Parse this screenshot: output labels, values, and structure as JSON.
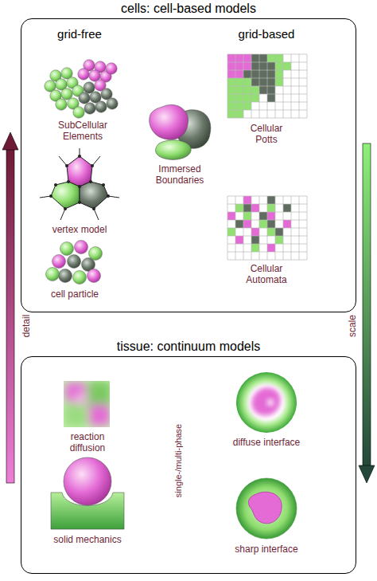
{
  "diagram": {
    "nodes": [
      {
        "text": [
          "cells: cell-based models"
        ]
      },
      {
        "text": [
          "tissue: continuum models"
        ]
      }
    ],
    "labels": [
      "grid-free",
      "grid-based",
      "SubCellular Elements",
      "Immersed Boundaries",
      "Cellular Potts",
      "vertex model",
      "Cellular Automata",
      "cell particle",
      "reaction diffusion",
      "diffuse interface",
      "single-/multi-phase",
      "solid mechanics",
      "sharp interface",
      "detail",
      "scale"
    ]
  }
}
